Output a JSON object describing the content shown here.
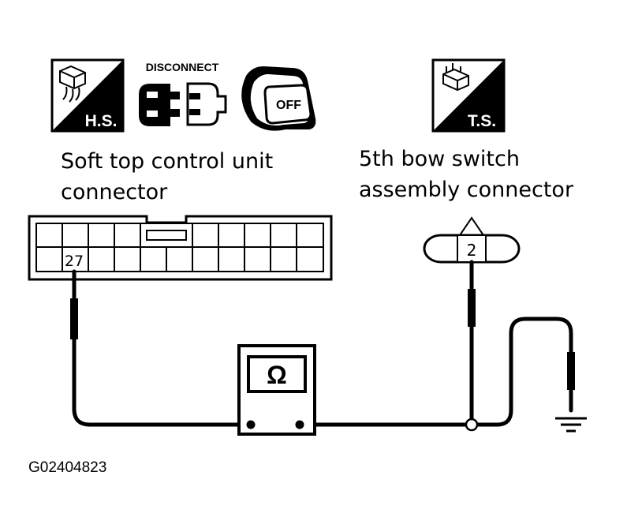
{
  "icons": {
    "harness_side": {
      "label": "H.S."
    },
    "disconnect": {
      "label": "DISCONNECT"
    },
    "ignition": {
      "label": "OFF"
    },
    "terminal_side": {
      "label": "T.S."
    }
  },
  "left_connector": {
    "title_line1": "Soft top control unit",
    "title_line2": "connector",
    "pin": "27"
  },
  "right_connector": {
    "title_line1": "5th bow switch",
    "title_line2": "assembly connector",
    "pin": "2"
  },
  "meter": {
    "symbol": "Ω"
  },
  "reference_code": "G02404823"
}
